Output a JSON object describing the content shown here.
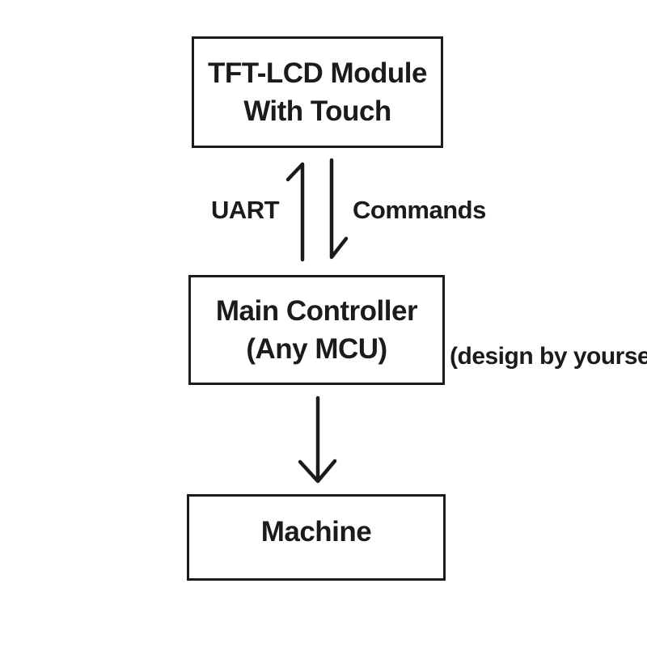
{
  "diagram": {
    "type": "flowchart",
    "background_color": "#ffffff",
    "ink_color": "#1b1b1b",
    "nodes": [
      {
        "id": "tft-lcd-module",
        "lines": [
          "TFT-LCD Module",
          "With Touch"
        ]
      },
      {
        "id": "main-controller",
        "lines": [
          "Main Controller",
          "(Any MCU)"
        ]
      },
      {
        "id": "machine",
        "lines": [
          "Machine"
        ]
      }
    ],
    "edges": [
      {
        "from": "main-controller",
        "to": "tft-lcd-module",
        "direction": "up",
        "label": "UART"
      },
      {
        "from": "tft-lcd-module",
        "to": "main-controller",
        "direction": "down",
        "label": "Commands"
      },
      {
        "from": "main-controller",
        "to": "machine",
        "direction": "down",
        "label": ""
      }
    ],
    "labels": {
      "uart": "UART",
      "commands": "Commands",
      "design_note": "(design by yourself)"
    }
  }
}
